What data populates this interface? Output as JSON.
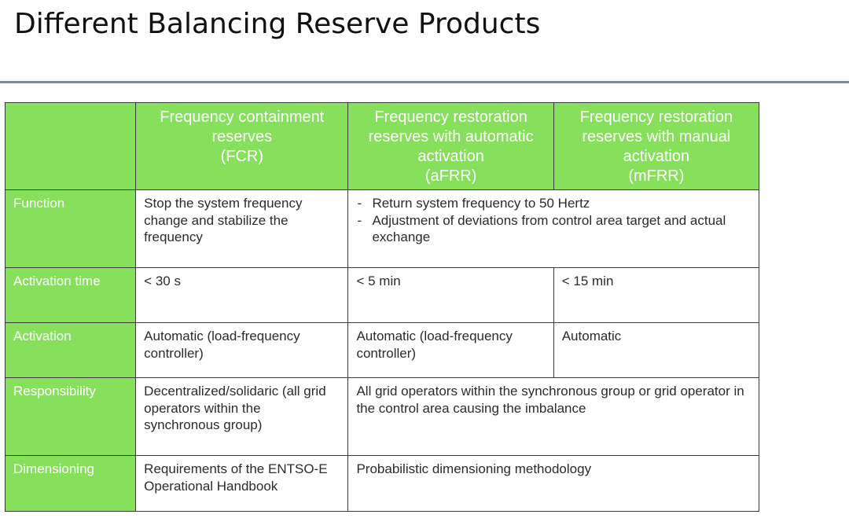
{
  "slide": {
    "title": "Different Balancing Reserve Products"
  },
  "table": {
    "headers": [
      {
        "lines": [
          "Frequency containment",
          "reserves",
          "(FCR)"
        ]
      },
      {
        "lines": [
          "Frequency restoration",
          "reserves with automatic",
          "activation",
          "(aFRR)"
        ]
      },
      {
        "lines": [
          "Frequency restoration",
          "reserves with manual",
          "activation",
          "(mFRR)"
        ]
      }
    ],
    "rows": {
      "function": {
        "label": "Function",
        "fcr": "Stop the system frequency change and stabilize the frequency",
        "frr_items": [
          "Return system frequency to 50 Hertz",
          "Adjustment of deviations from control area target and actual exchange"
        ]
      },
      "activation_time": {
        "label": "Activation time",
        "fcr": "< 30 s",
        "afrr": "< 5 min",
        "mfrr": "< 15 min"
      },
      "activation": {
        "label": "Activation",
        "fcr": "Automatic (load-frequency controller)",
        "afrr": "Automatic (load-frequency controller)",
        "mfrr": "Automatic"
      },
      "responsibility": {
        "label": "Responsibility",
        "fcr": "Decentralized/solidaric (all grid operators within the synchronous group)",
        "frr": "All grid operators within the synchronous group or grid operator in the control area causing the imbalance"
      },
      "dimensioning": {
        "label": "Dimensioning",
        "fcr": "Requirements of the ENTSO-E Operational Handbook",
        "frr": "Probabilistic dimensioning methodology"
      }
    }
  },
  "colors": {
    "header_green": "#86e05c",
    "rule": "#7d8aa3"
  }
}
